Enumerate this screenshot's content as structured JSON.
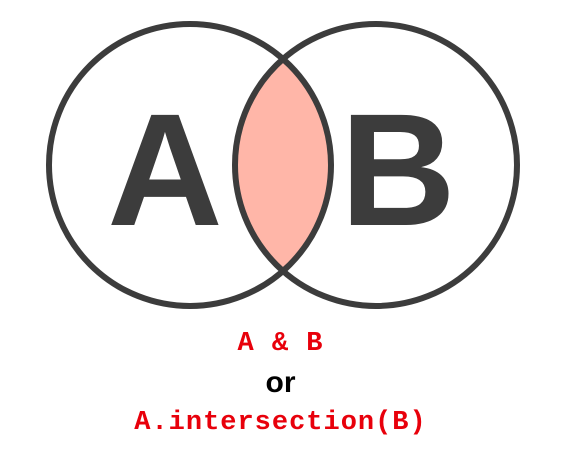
{
  "diagram": {
    "set_a_label": "A",
    "set_b_label": "B",
    "colors": {
      "outline": "#3c3c3c",
      "intersection_fill": "#ffb6a8",
      "letters": "#3c3c3c",
      "code_text": "#e8000b",
      "or_text": "#000000"
    }
  },
  "captions": {
    "operator_expr": "A & B",
    "connector": "or",
    "method_expr": "A.intersection(B)"
  }
}
